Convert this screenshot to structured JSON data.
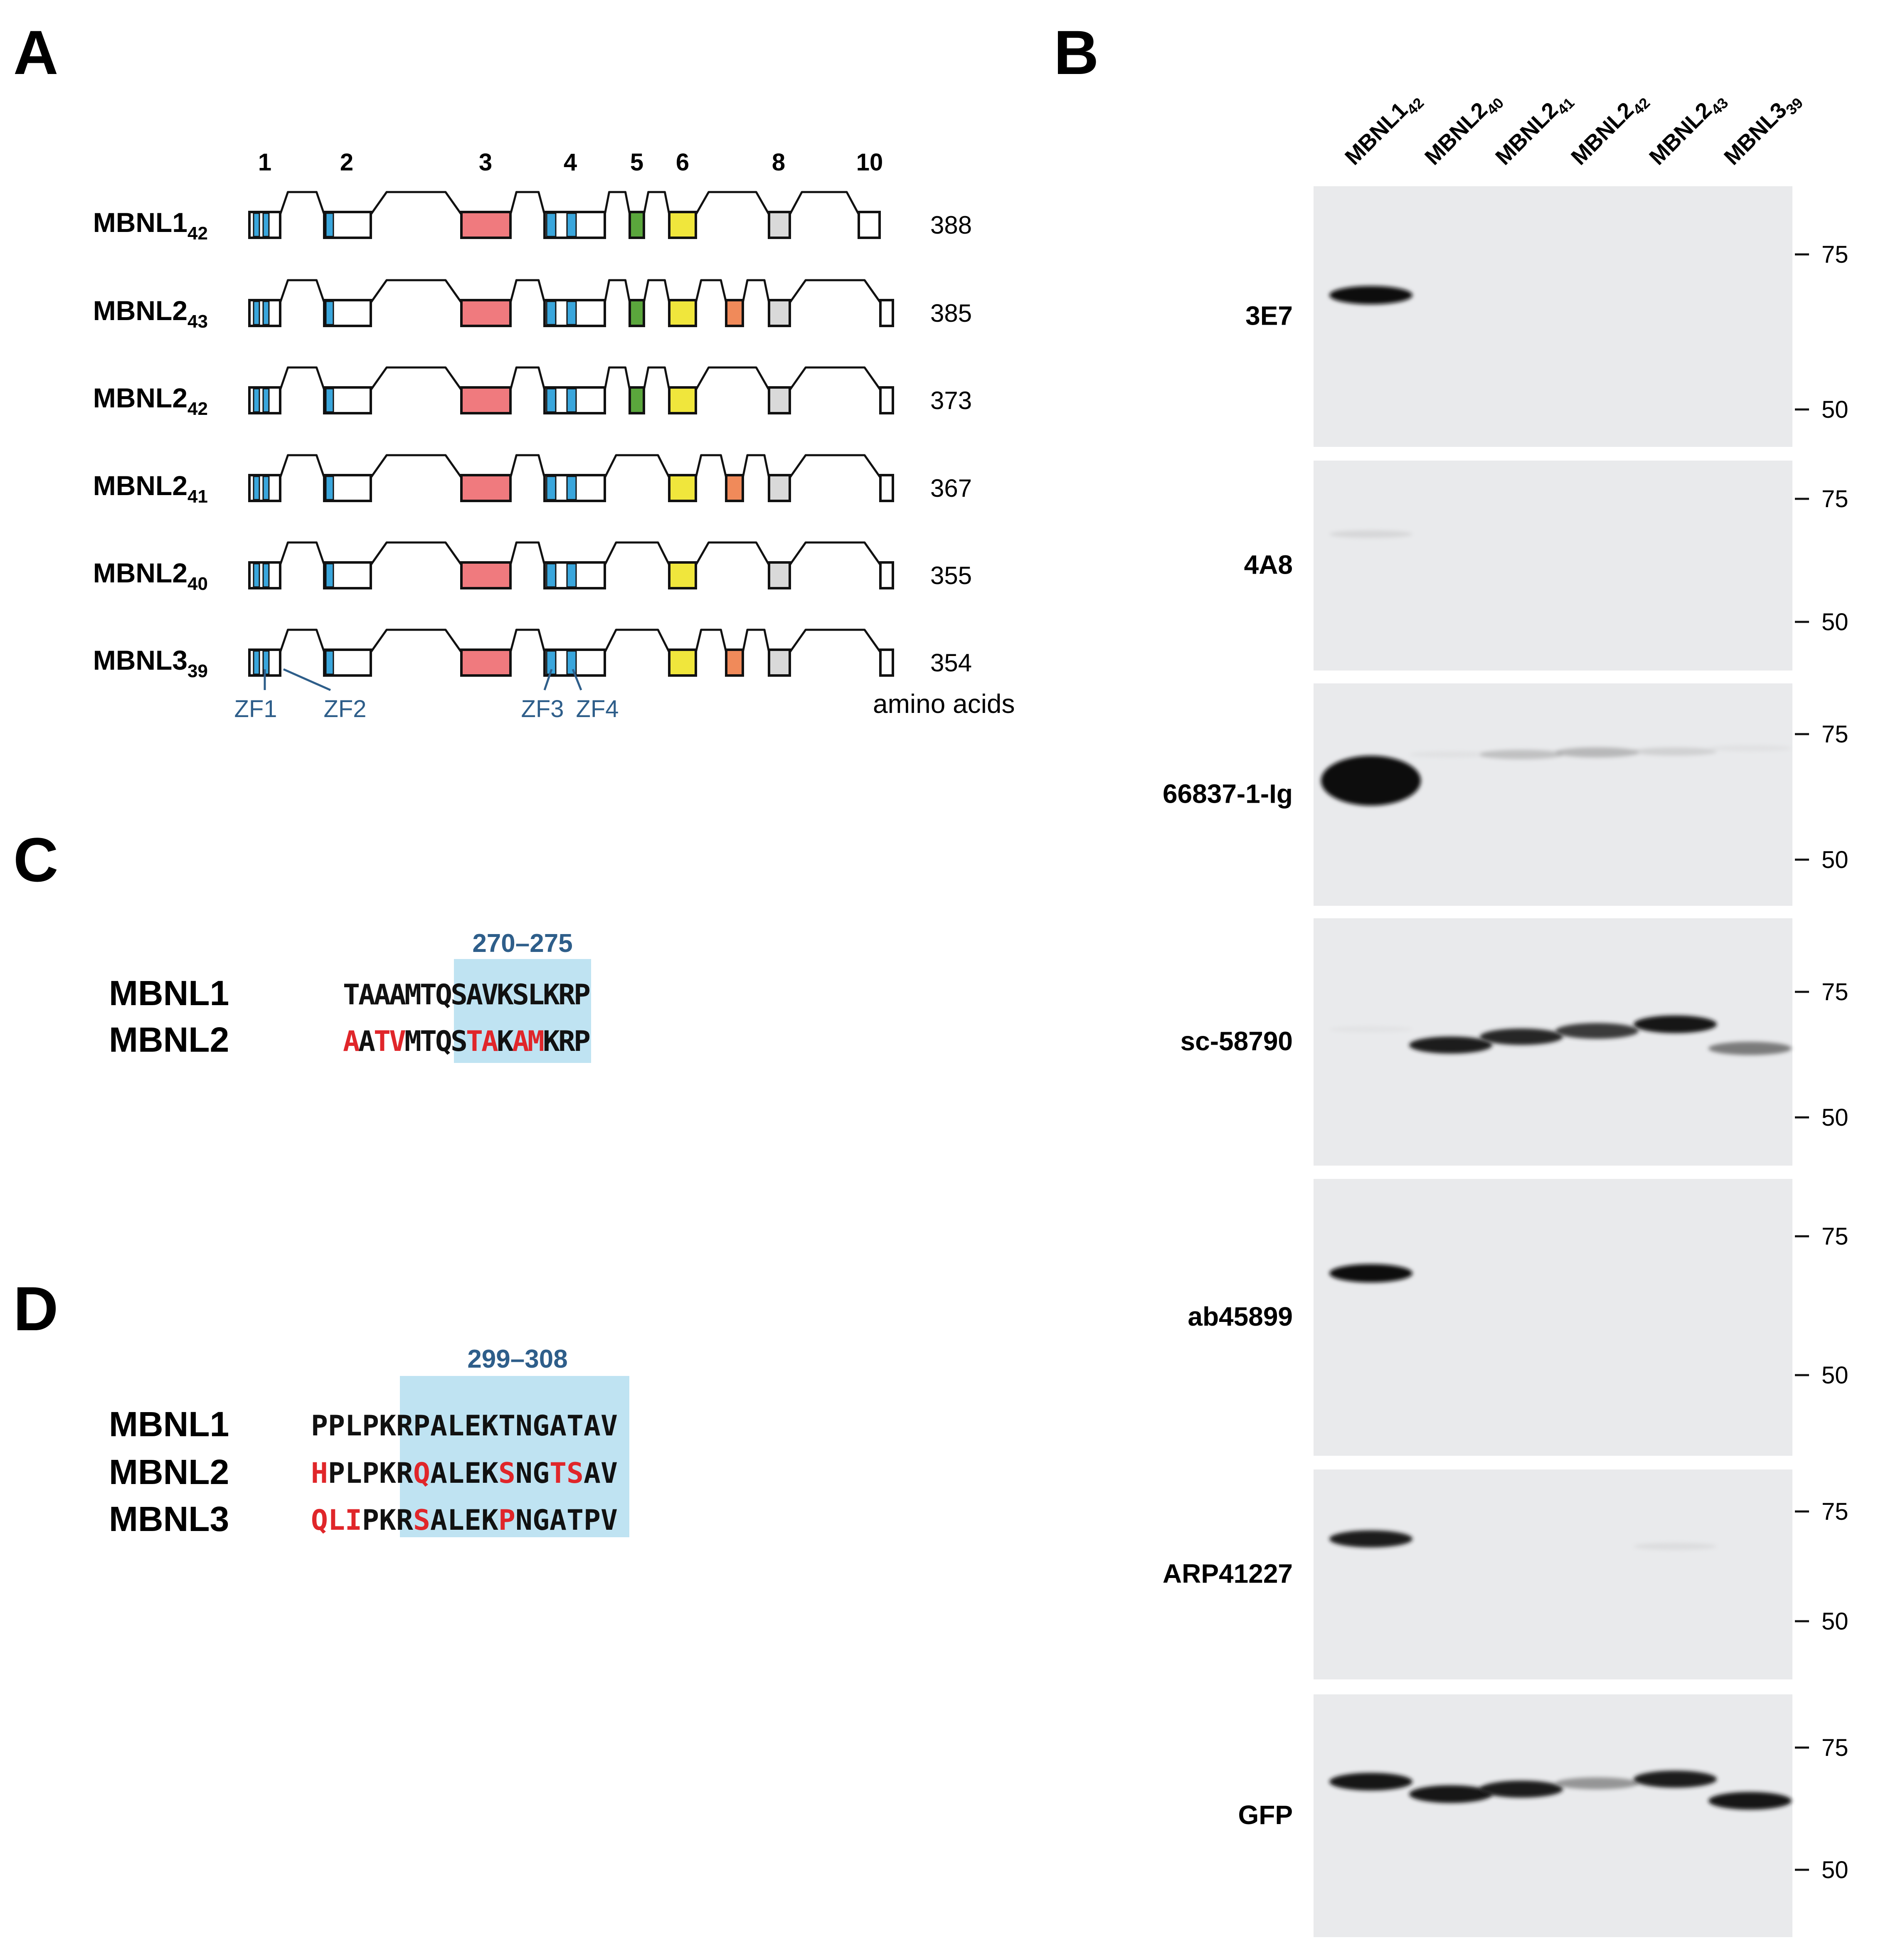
{
  "panels": {
    "a": "A",
    "b": "B",
    "c": "C",
    "d": "D"
  },
  "panel_a": {
    "exon_numbers": [
      "1",
      "2",
      "3",
      "4",
      "5",
      "6",
      "8",
      "10"
    ],
    "isoforms": [
      {
        "base": "MBNL1",
        "sub": "42",
        "length": "388",
        "exons": [
          "e1",
          "e2",
          "e3",
          "e4",
          "e5",
          "e6",
          "e8",
          "e10l"
        ]
      },
      {
        "base": "MBNL2",
        "sub": "43",
        "length": "385",
        "exons": [
          "e1",
          "e2",
          "e3",
          "e4",
          "e5",
          "e6",
          "e7",
          "e8",
          "e10s"
        ]
      },
      {
        "base": "MBNL2",
        "sub": "42",
        "length": "373",
        "exons": [
          "e1",
          "e2",
          "e3",
          "e4",
          "e5",
          "e6",
          "e8",
          "e10s"
        ]
      },
      {
        "base": "MBNL2",
        "sub": "41",
        "length": "367",
        "exons": [
          "e1",
          "e2",
          "e3",
          "e4",
          "e6",
          "e7",
          "e8",
          "e10s"
        ]
      },
      {
        "base": "MBNL2",
        "sub": "40",
        "length": "355",
        "exons": [
          "e1",
          "e2",
          "e3",
          "e4",
          "e6",
          "e8",
          "e10s"
        ]
      },
      {
        "base": "MBNL3",
        "sub": "39",
        "length": "354",
        "exons": [
          "e1",
          "e2",
          "e3",
          "e4",
          "e6",
          "e7",
          "e8",
          "e10s"
        ]
      }
    ],
    "zinc_fingers": [
      "ZF1",
      "ZF2",
      "ZF3",
      "ZF4"
    ],
    "units_label": "amino acids",
    "colors": {
      "zinc_finger": "#3aa6dc",
      "exon3": "#f07a7e",
      "exon5": "#5aa63c",
      "exon6": "#f0e63c",
      "exon7": "#f08a5a",
      "exon8": "#d9d9d9",
      "plain": "#ffffff",
      "zf_text": "#2e5e8a"
    }
  },
  "panel_c": {
    "range": "270–275",
    "sequences": [
      {
        "name": "MBNL1",
        "residues": [
          "T",
          "A",
          "A",
          "A",
          "M",
          "T",
          "Q",
          "S",
          "A",
          "V",
          "K",
          "S",
          "L",
          "K",
          "R",
          "P"
        ],
        "mismatch": [
          0,
          0,
          0,
          0,
          0,
          0,
          0,
          0,
          0,
          0,
          0,
          0,
          0,
          0,
          0,
          0
        ]
      },
      {
        "name": "MBNL2",
        "residues": [
          "A",
          "A",
          "T",
          "V",
          "M",
          "T",
          "Q",
          "S",
          "T",
          "A",
          "K",
          "A",
          "M",
          "K",
          "R",
          "P"
        ],
        "mismatch": [
          1,
          0,
          1,
          1,
          0,
          0,
          0,
          0,
          1,
          1,
          0,
          1,
          1,
          0,
          0,
          0
        ]
      }
    ]
  },
  "panel_d": {
    "range": "299–308",
    "sequences": [
      {
        "name": "MBNL1",
        "residues": [
          "P",
          "P",
          "L",
          "P",
          "K",
          "R",
          "P",
          "A",
          "L",
          "E",
          "K",
          "T",
          "N",
          "G",
          "A",
          "T",
          "A",
          "V"
        ],
        "mismatch": [
          0,
          0,
          0,
          0,
          0,
          0,
          0,
          0,
          0,
          0,
          0,
          0,
          0,
          0,
          0,
          0,
          0,
          0
        ]
      },
      {
        "name": "MBNL2",
        "residues": [
          "H",
          "P",
          "L",
          "P",
          "K",
          "R",
          "Q",
          "A",
          "L",
          "E",
          "K",
          "S",
          "N",
          "G",
          "T",
          "S",
          "A",
          "V"
        ],
        "mismatch": [
          1,
          0,
          0,
          0,
          0,
          0,
          1,
          0,
          0,
          0,
          0,
          1,
          0,
          0,
          1,
          1,
          0,
          0
        ]
      },
      {
        "name": "MBNL3",
        "residues": [
          "Q",
          "L",
          "I",
          "P",
          "K",
          "R",
          "S",
          "A",
          "L",
          "E",
          "K",
          "P",
          "N",
          "G",
          "A",
          "T",
          "P",
          "V"
        ],
        "mismatch": [
          1,
          1,
          1,
          0,
          0,
          0,
          1,
          0,
          0,
          0,
          0,
          1,
          0,
          0,
          0,
          0,
          0,
          0
        ]
      }
    ],
    "colors": {
      "match": "#111111",
      "mismatch": "#e0262a",
      "highlight": "#bfe3f2"
    }
  },
  "panel_b": {
    "lanes": [
      {
        "base": "MBNL1",
        "sub": "42"
      },
      {
        "base": "MBNL2",
        "sub": "40"
      },
      {
        "base": "MBNL2",
        "sub": "41"
      },
      {
        "base": "MBNL2",
        "sub": "42"
      },
      {
        "base": "MBNL2",
        "sub": "43"
      },
      {
        "base": "MBNL3",
        "sub": "39"
      }
    ],
    "blots": [
      {
        "antibody": "3E7",
        "mw_top": "75",
        "mw_bottom": "50",
        "band_intensity": [
          1.0,
          0,
          0,
          0,
          0,
          0
        ]
      },
      {
        "antibody": "4A8",
        "mw_top": "75",
        "mw_bottom": "50",
        "band_intensity": [
          0.15,
          0,
          0,
          0,
          0,
          0
        ]
      },
      {
        "antibody": "66837-1-Ig",
        "mw_top": "75",
        "mw_bottom": "50",
        "band_intensity": [
          1.0,
          0.05,
          0.3,
          0.35,
          0.2,
          0.05
        ]
      },
      {
        "antibody": "sc-58790",
        "mw_top": "75",
        "mw_bottom": "50",
        "band_intensity": [
          0.03,
          0.9,
          0.85,
          0.8,
          0.95,
          0.6
        ]
      },
      {
        "antibody": "ab45899",
        "mw_top": "75",
        "mw_bottom": "50",
        "band_intensity": [
          1.0,
          0,
          0,
          0,
          0,
          0
        ]
      },
      {
        "antibody": "ARP41227",
        "mw_top": "75",
        "mw_bottom": "50",
        "band_intensity": [
          0.9,
          0,
          0,
          0,
          0.1,
          0
        ]
      },
      {
        "antibody": "GFP",
        "mw_top": "75",
        "mw_bottom": "50",
        "band_intensity": [
          0.95,
          0.95,
          0.9,
          0.5,
          0.9,
          0.95
        ]
      }
    ]
  }
}
